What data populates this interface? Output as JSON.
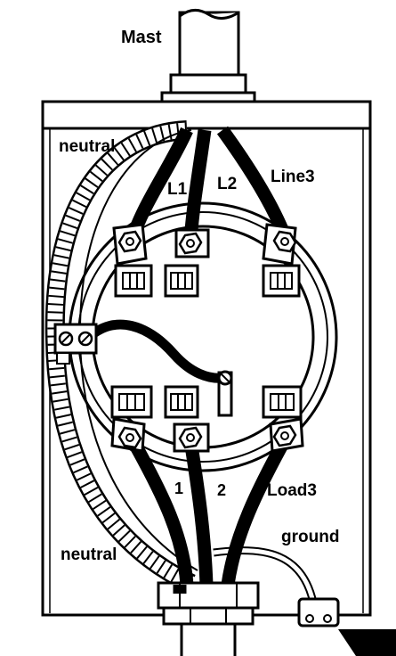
{
  "labels": {
    "mast": "Mast",
    "neutral_top": "neutral",
    "l1": "L1",
    "l2": "L2",
    "line3": "Line3",
    "load1": "1",
    "load2": "2",
    "load3": "Load3",
    "ground": "ground",
    "neutral_bottom": "neutral"
  },
  "colors": {
    "ink": "#000000",
    "paper": "#ffffff"
  }
}
